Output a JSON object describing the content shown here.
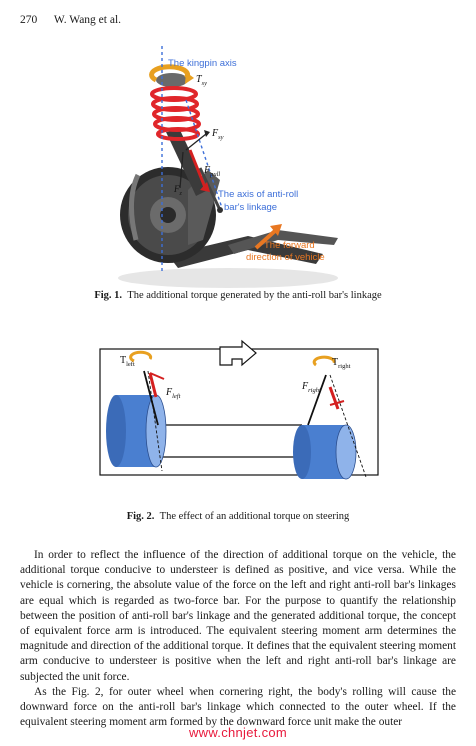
{
  "header": {
    "page_number": "270",
    "authors": "W. Wang et al."
  },
  "figure1": {
    "labels": {
      "kingpin": "The kingpin axis",
      "tsy_main": "T",
      "tsy_sub": "sy",
      "fsy_main": "F",
      "fsy_sub": "sy",
      "fpull_main": "F",
      "fpull_sub": "pull",
      "fz_main": "F",
      "fz_sub": "z",
      "axis_line1": "The axis of anti-roll",
      "axis_line2": "bar's linkage",
      "forward_line1": "The   forward",
      "forward_line2": "direction of vehicle"
    },
    "caption_label": "Fig. 1.",
    "caption_text": "The additional torque generated by the anti-roll bar's linkage",
    "colors": {
      "axis_blue": "#3d6fd8",
      "forward_orange": "#e87722",
      "force_red": "#d42020"
    }
  },
  "figure2": {
    "labels": {
      "tleft_main": "T",
      "tleft_sub": "left",
      "fleft_main": "F",
      "fleft_sub": "left",
      "tright_main": "T",
      "tright_sub": "right",
      "fright_main": "F",
      "fright_sub": "right"
    },
    "caption_label": "Fig. 2.",
    "caption_text": "The effect of an additional torque on steering",
    "colors": {
      "wheel_blue": "#4a7fd0"
    }
  },
  "body": {
    "paragraphs": [
      "In order to reflect the influence of the direction of additional torque on the vehicle, the additional torque conducive to understeer is defined as positive, and vice versa. While the vehicle is cornering, the absolute value of the force on the left and right anti-roll bar's linkages are equal which is regarded as two-force bar. For the purpose to quantify the relationship between the position of anti-roll bar's linkage and the generated additional torque, the concept of equivalent force arm is introduced. The equivalent steering moment arm determines the magnitude and direction of the additional torque. It defines that the equivalent steering moment arm conducive to understeer is positive when the left and right anti-roll bar's linkage are subjected the unit force.",
      "As the Fig. 2, for outer wheel when cornering right, the body's rolling will cause the downward force on the anti-roll bar's linkage which connected to the outer wheel. If the equivalent steering moment arm formed by the downward force unit make the outer"
    ]
  },
  "watermark": "www.chnjet.com"
}
